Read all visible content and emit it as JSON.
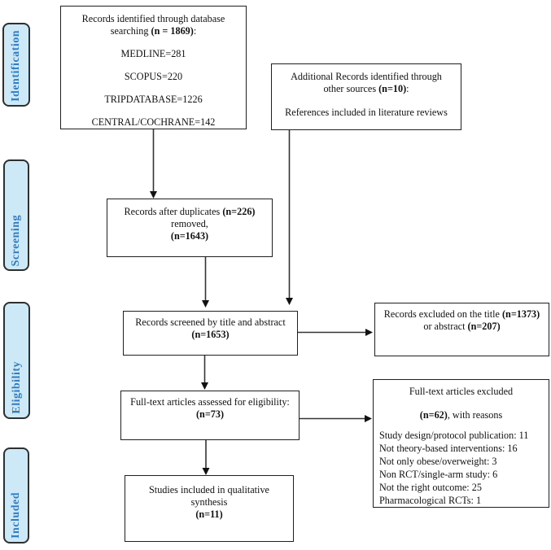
{
  "diagram": {
    "colors": {
      "stage_fill": "#cde9f7",
      "stage_text": "#2f7ac2",
      "box_border": "#1f1f1f",
      "arrow": "#343434"
    },
    "stages": [
      {
        "label": "Identification"
      },
      {
        "label": "Screening"
      },
      {
        "label": "Eligibility"
      },
      {
        "label": "Included"
      }
    ],
    "boxes": {
      "identified": {
        "lines": [
          {
            "runs": [
              {
                "text": "Records identified through database"
              }
            ]
          },
          {
            "runs": [
              {
                "text": "searching "
              },
              {
                "text": "(n = 1869)",
                "bold": true
              },
              {
                "text": ":"
              }
            ]
          },
          {
            "runs": [
              {
                "text": "MEDLINE=281"
              }
            ]
          },
          {
            "runs": [
              {
                "text": "SCOPUS=220"
              }
            ]
          },
          {
            "runs": [
              {
                "text": "TRIPDATABASE=1226"
              }
            ]
          },
          {
            "runs": [
              {
                "text": "CENTRAL/COCHRANE=142"
              }
            ]
          }
        ]
      },
      "additional": {
        "lines": [
          {
            "runs": [
              {
                "text": "Additional Records identified through"
              }
            ]
          },
          {
            "runs": [
              {
                "text": "other sources "
              },
              {
                "text": "(n=10)",
                "bold": true
              },
              {
                "text": ":"
              }
            ]
          },
          {
            "runs": [
              {
                "text": "References included in literature reviews"
              }
            ]
          }
        ]
      },
      "duplicates": {
        "lines": [
          {
            "runs": [
              {
                "text": "Records after duplicates "
              },
              {
                "text": "(n=226)",
                "bold": true
              }
            ]
          },
          {
            "runs": [
              {
                "text": "removed,"
              }
            ]
          },
          {
            "runs": [
              {
                "text": "(n=1643)",
                "bold": true
              }
            ]
          }
        ]
      },
      "screened": {
        "lines": [
          {
            "runs": [
              {
                "text": "Records screened by title and abstract"
              }
            ]
          },
          {
            "runs": [
              {
                "text": "(n=1653)",
                "bold": true
              }
            ]
          }
        ]
      },
      "excluded_title_abstract": {
        "lines": [
          {
            "runs": [
              {
                "text": "Records excluded on the title "
              },
              {
                "text": "(n=1373)",
                "bold": true
              }
            ]
          },
          {
            "runs": [
              {
                "text": "or abstract "
              },
              {
                "text": "(n=207)",
                "bold": true
              }
            ]
          }
        ]
      },
      "fulltext_assessed": {
        "lines": [
          {
            "runs": [
              {
                "text": "Full-text articles assessed for eligibility:"
              }
            ]
          },
          {
            "runs": [
              {
                "text": "(n=73)",
                "bold": true
              }
            ]
          }
        ]
      },
      "fulltext_excluded": {
        "lines": [
          {
            "runs": [
              {
                "text": "Full-text articles excluded"
              }
            ]
          },
          {
            "runs": [
              {
                "text": "(n=62)",
                "bold": true
              },
              {
                "text": ", with reasons"
              }
            ]
          },
          {
            "align": "left",
            "runs": [
              {
                "text": "Study design/protocol publication: 11"
              }
            ]
          },
          {
            "align": "left",
            "runs": [
              {
                "text": "Not theory-based interventions: 16"
              }
            ]
          },
          {
            "align": "left",
            "runs": [
              {
                "text": "Not only obese/overweight: 3"
              }
            ]
          },
          {
            "align": "left",
            "runs": [
              {
                "text": "Non RCT/single-arm study: 6"
              }
            ]
          },
          {
            "align": "left",
            "runs": [
              {
                "text": "Not the right outcome: 25"
              }
            ]
          },
          {
            "align": "left",
            "runs": [
              {
                "text": "Pharmacological RCTs: 1"
              }
            ]
          }
        ]
      },
      "included_studies": {
        "lines": [
          {
            "runs": [
              {
                "text": "Studies included in qualitative"
              }
            ]
          },
          {
            "runs": [
              {
                "text": "synthesis"
              }
            ]
          },
          {
            "runs": [
              {
                "text": "(n=11)",
                "bold": true
              }
            ]
          }
        ]
      }
    }
  }
}
